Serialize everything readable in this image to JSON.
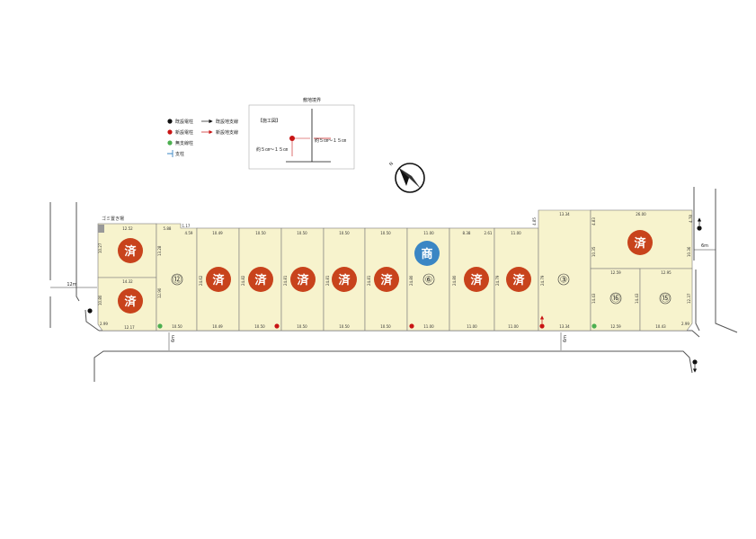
{
  "colors": {
    "lot_fill": "#f7f3cd",
    "lot_stroke": "#7a7a7a",
    "sold_stamp": "#c8431c",
    "commercial_stamp": "#3a86c4",
    "pole_existing": "#111111",
    "pole_new": "#c81414",
    "pole_none": "#4caf50",
    "garbage_area": "#999999"
  },
  "legend": {
    "items": [
      {
        "marker": "existing-pole",
        "label": "既設電柱",
        "line": "既設地支線"
      },
      {
        "marker": "new-pole",
        "label": "新設電柱",
        "line": "新設地支線"
      },
      {
        "marker": "no-support-pole",
        "label": "無支線柱",
        "line": ""
      },
      {
        "marker": "support-post",
        "label": "支柱",
        "line": ""
      }
    ]
  },
  "construction_diagram": {
    "title": "【施工図】",
    "boundary_label": "敷地境界",
    "offset_right": "約５㎝～１５㎝",
    "offset_left": "約５㎝～１５㎝"
  },
  "compass": {
    "north_label": "N"
  },
  "garbage_area_label": "ゴミ置き場",
  "stamps": {
    "sold": "済",
    "commercial": "商"
  },
  "lot_numbers": [
    "⑫",
    "⑥",
    "③",
    "⑯",
    "⑮"
  ],
  "roads": {
    "west_width": "12m",
    "south_width_left": "6m",
    "south_width_right": "6m",
    "east_width": "6m"
  },
  "dimensions": {
    "lot_a_top": "12.52",
    "lot_a_side": "10.27",
    "lot_b_top": "14.32",
    "lot_b_side": "10.80",
    "lot_b_bottom": "12.17",
    "lot_b_corner": "2.99",
    "lot12_top1": "5.88",
    "lot12_top2": "1.17",
    "lot12_top3": "4.59",
    "lot12_side1": "13.28",
    "lot12_side2": "12.90",
    "lot12_bottom": "10.50",
    "lot_c_top": "10.49",
    "lot_c_side": "24.62",
    "lot_c_bottom": "10.49",
    "lot_d_top": "10.50",
    "lot_d_side": "24.82",
    "lot_d_bottom": "10.50",
    "lot_e_top": "10.50",
    "lot_e_side": "24.81",
    "lot_e_bottom": "10.50",
    "lot_f_top": "10.50",
    "lot_f_side": "24.81",
    "lot_f_bottom": "10.50",
    "lot_g_top": "10.50",
    "lot_g_side": "24.81",
    "lot_g_bottom": "10.50",
    "lot6_top": "11.00",
    "lot6_side": "24.80",
    "lot6_bottom": "11.00",
    "lot_h_top1": "8.38",
    "lot_h_top2": "2.61",
    "lot_h_side": "24.80",
    "lot_h_bottom": "11.00",
    "lot_i_top": "11.00",
    "lot_i_side": "24.79",
    "lot_i_bottom": "11.00",
    "lot3_top": "13.34",
    "lot3_corner": "4.85",
    "lot3_side": "24.79",
    "lot3_bottom": "13.34",
    "lot_j_top": "26.00",
    "lot_j_side1": "4.83",
    "lot_j_side2": "10.35",
    "lot_j_side3": "10.36",
    "lot_j_corner": "4.78",
    "lot16_top": "12.59",
    "lot16_side": "14.43",
    "lot16_bottom": "12.59",
    "lot16_side2": "14.43",
    "lot15_top": "12.95",
    "lot15_side": "12.37",
    "lot15_bottom": "10.43",
    "lot15_corner": "2.99"
  }
}
